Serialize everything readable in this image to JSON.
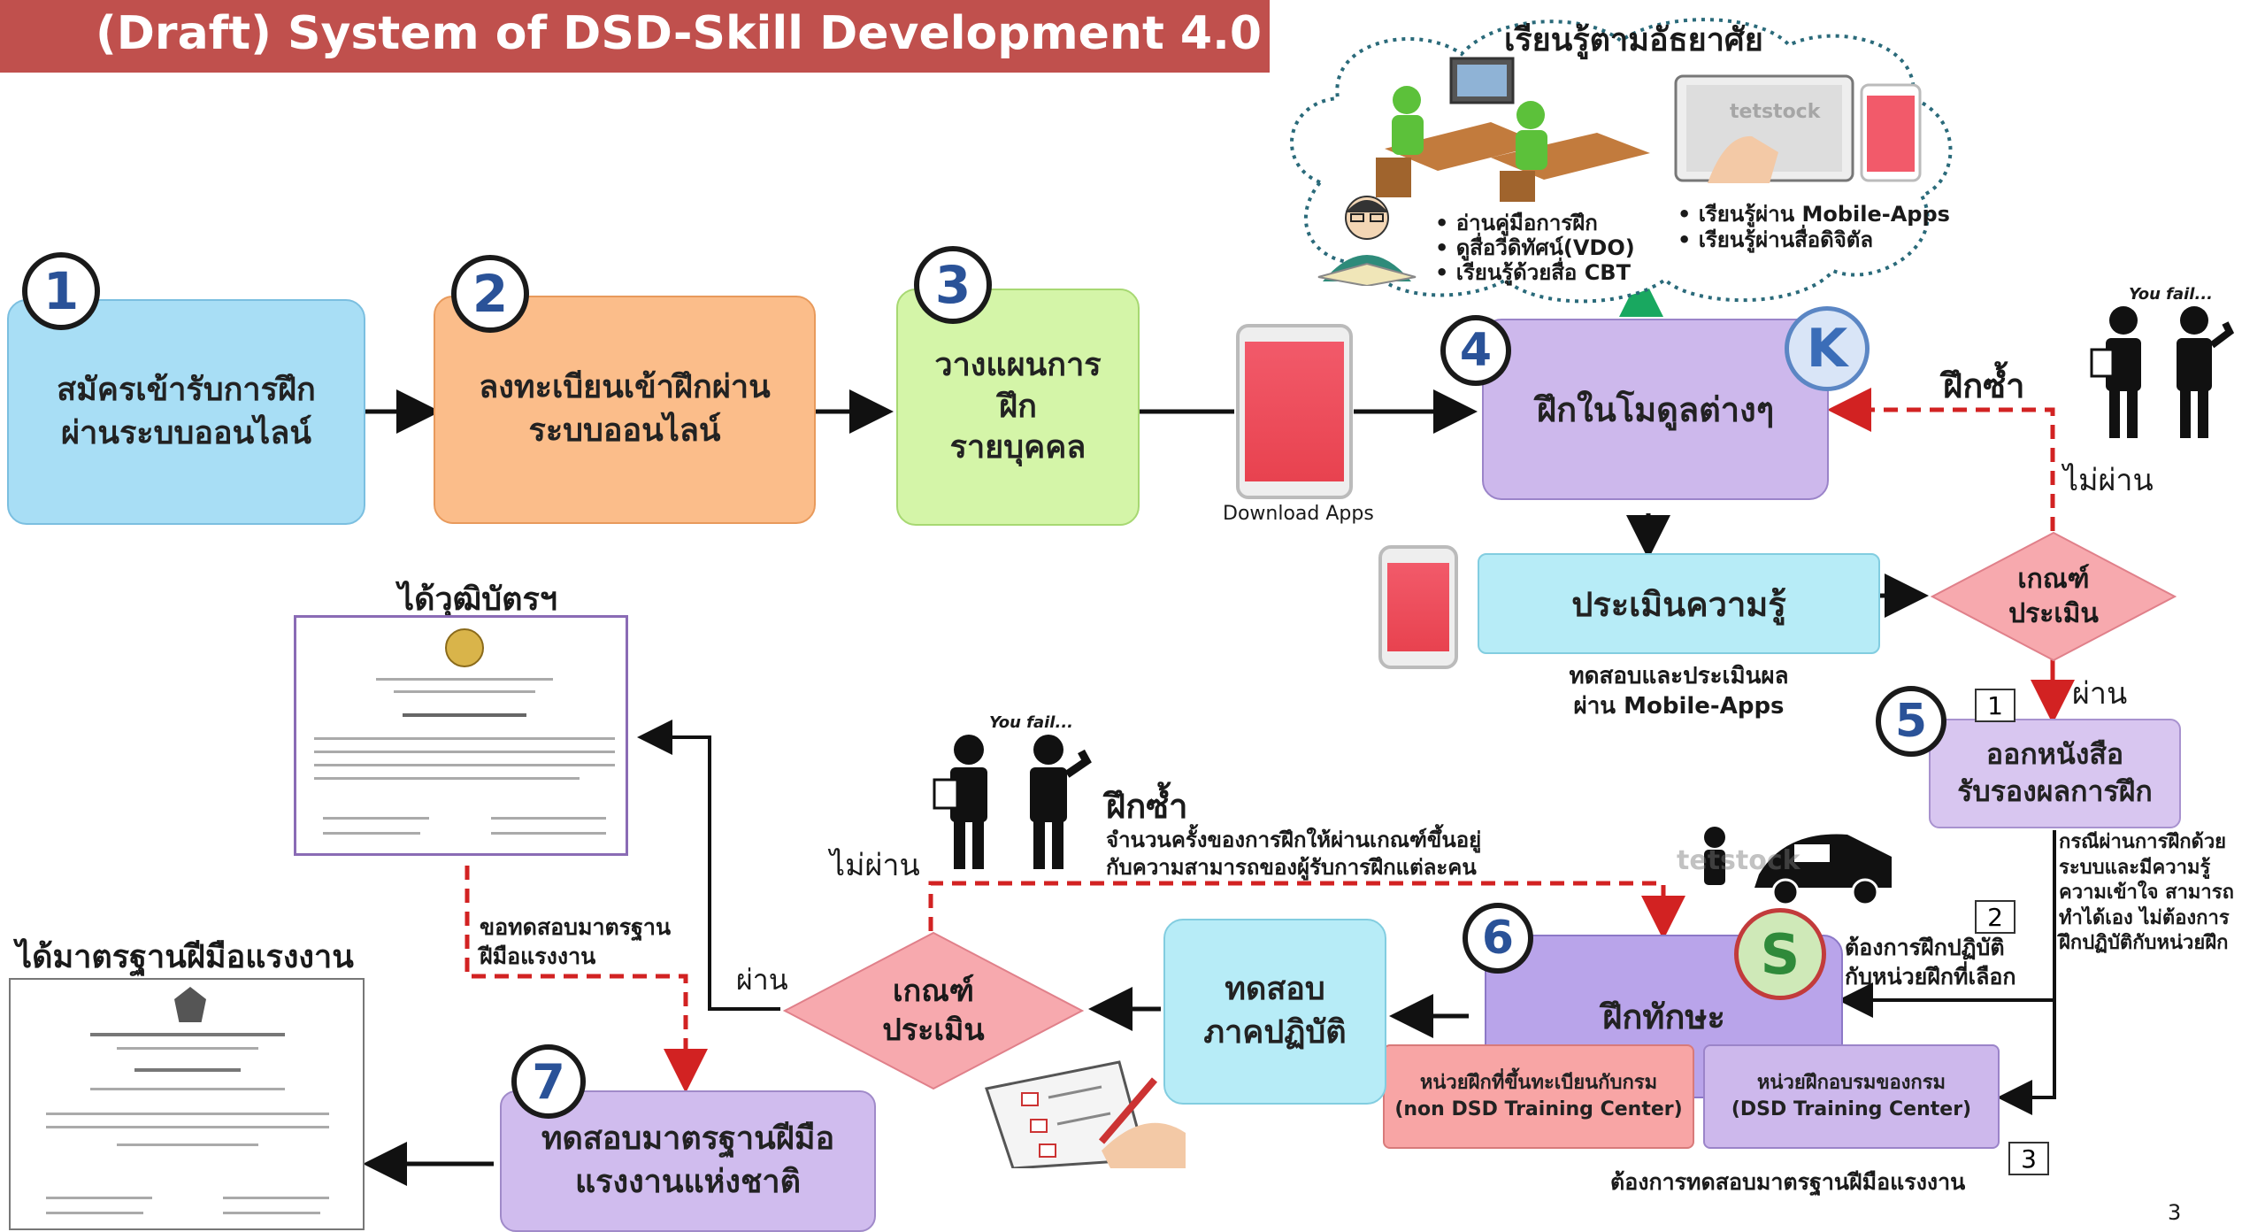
{
  "header": {
    "title": "(Draft) System of DSD-Skill Development 4.0"
  },
  "steps": {
    "s1": {
      "num": "1",
      "label": "สมัครเข้ารับการฝึก\nผ่านระบบออนไลน์"
    },
    "s2": {
      "num": "2",
      "label": "ลงทะเบียนเข้าฝึกผ่าน\nระบบออนไลน์"
    },
    "s3": {
      "num": "3",
      "label": "วางแผนการ\nฝึก\nรายบุคคล"
    },
    "s4": {
      "num": "4",
      "label": "ฝึกในโมดูลต่างๆ",
      "badge": "K"
    },
    "assess": {
      "label": "ประเมินความรู้",
      "caption": "ทดสอบและประเมินผล\nผ่าน Mobile-Apps"
    },
    "s5": {
      "num": "5",
      "label": "ออกหนังสือ\nรับรองผลการฝึก"
    },
    "s6": {
      "num": "6",
      "label": "ฝึกทักษะ",
      "badge": "S"
    },
    "practical": {
      "label": "ทดสอบ\nภาคปฏิบัติ"
    },
    "s7": {
      "num": "7",
      "label": "ทดสอบมาตรฐานฝีมือ\nแรงงานแห่งชาติ"
    },
    "non_dsd": {
      "label": "หน่วยฝึกที่ขึ้นทะเบียนกับกรม\n(non DSD Training Center)"
    },
    "dsd": {
      "label": "หน่วยฝึกอบรมของกรม\n(DSD Training Center)"
    }
  },
  "self_learning": {
    "title": "เรียนรู้ตามอัธยาศัย",
    "left_items": [
      "• อ่านคู่มือการฝึก",
      "• ดูสื่อวีดิทัศน์(VDO)",
      "• เรียนรู้ด้วยสื่อ CBT"
    ],
    "right_items": [
      "• เรียนรู้ผ่าน Mobile-Apps",
      "• เรียนรู้ผ่านสื่อดิจิตัล"
    ]
  },
  "download_apps": "Download Apps",
  "criteria_top": {
    "label": "เกณฑ์\nประเมิน",
    "fail": "ไม่ผ่าน",
    "pass": "ผ่าน",
    "retrain": "ฝึกซ้ำ"
  },
  "criteria_bottom": {
    "label": "เกณฑ์\nประเมิน",
    "fail": "ไม่ผ่าน",
    "pass": "ผ่าน",
    "retrain": "ฝึกซ้ำ",
    "retrain_note": "จำนวนครั้งของการฝึกให้ผ่านเกณฑ์ขึ้นอยู่\nกับความสามารถของผู้รับการฝึกแต่ละคน"
  },
  "you_fail": "You fail...",
  "cert_title": "ได้วุฒิบัตรฯ",
  "standard_title": "ได้มาตรฐานฝีมือแรงงาน",
  "request_test": "ขอทดสอบมาตรฐาน\nฝีมือแรงงาน",
  "branches": {
    "b1": {
      "tag": "1",
      "text": "กรณีผ่านการฝึกด้วย\nระบบและมีความรู้\nความเข้าใจ สามารถ\nทำได้เอง ไม่ต้องการ\nฝึกปฏิบัติกับหน่วยฝึก"
    },
    "b2": {
      "tag": "2",
      "text": "ต้องการฝึกปฏิบัติ\nกับหน่วยฝึกที่เลือก"
    },
    "b3": {
      "tag": "3",
      "text": "ต้องการทดสอบมาตรฐานฝีมือแรงงาน"
    }
  },
  "watermark": "tetstock",
  "page_number": "3",
  "colors": {
    "title_bg": "#c0504d",
    "s1": "#a8def5",
    "s2": "#fbbd8a",
    "s3": "#d4f5a8",
    "s4": "#cdb8ec",
    "assess": "#b7ecf7",
    "s5": "#d8c6f0",
    "s6": "#b9a4ea",
    "practical": "#b7ecf7",
    "s7": "#d0bcee",
    "non_dsd": "#f8a5a5",
    "dsd": "#cdb8ec",
    "diamond": "#f7a9ae",
    "red": "#d22222"
  }
}
